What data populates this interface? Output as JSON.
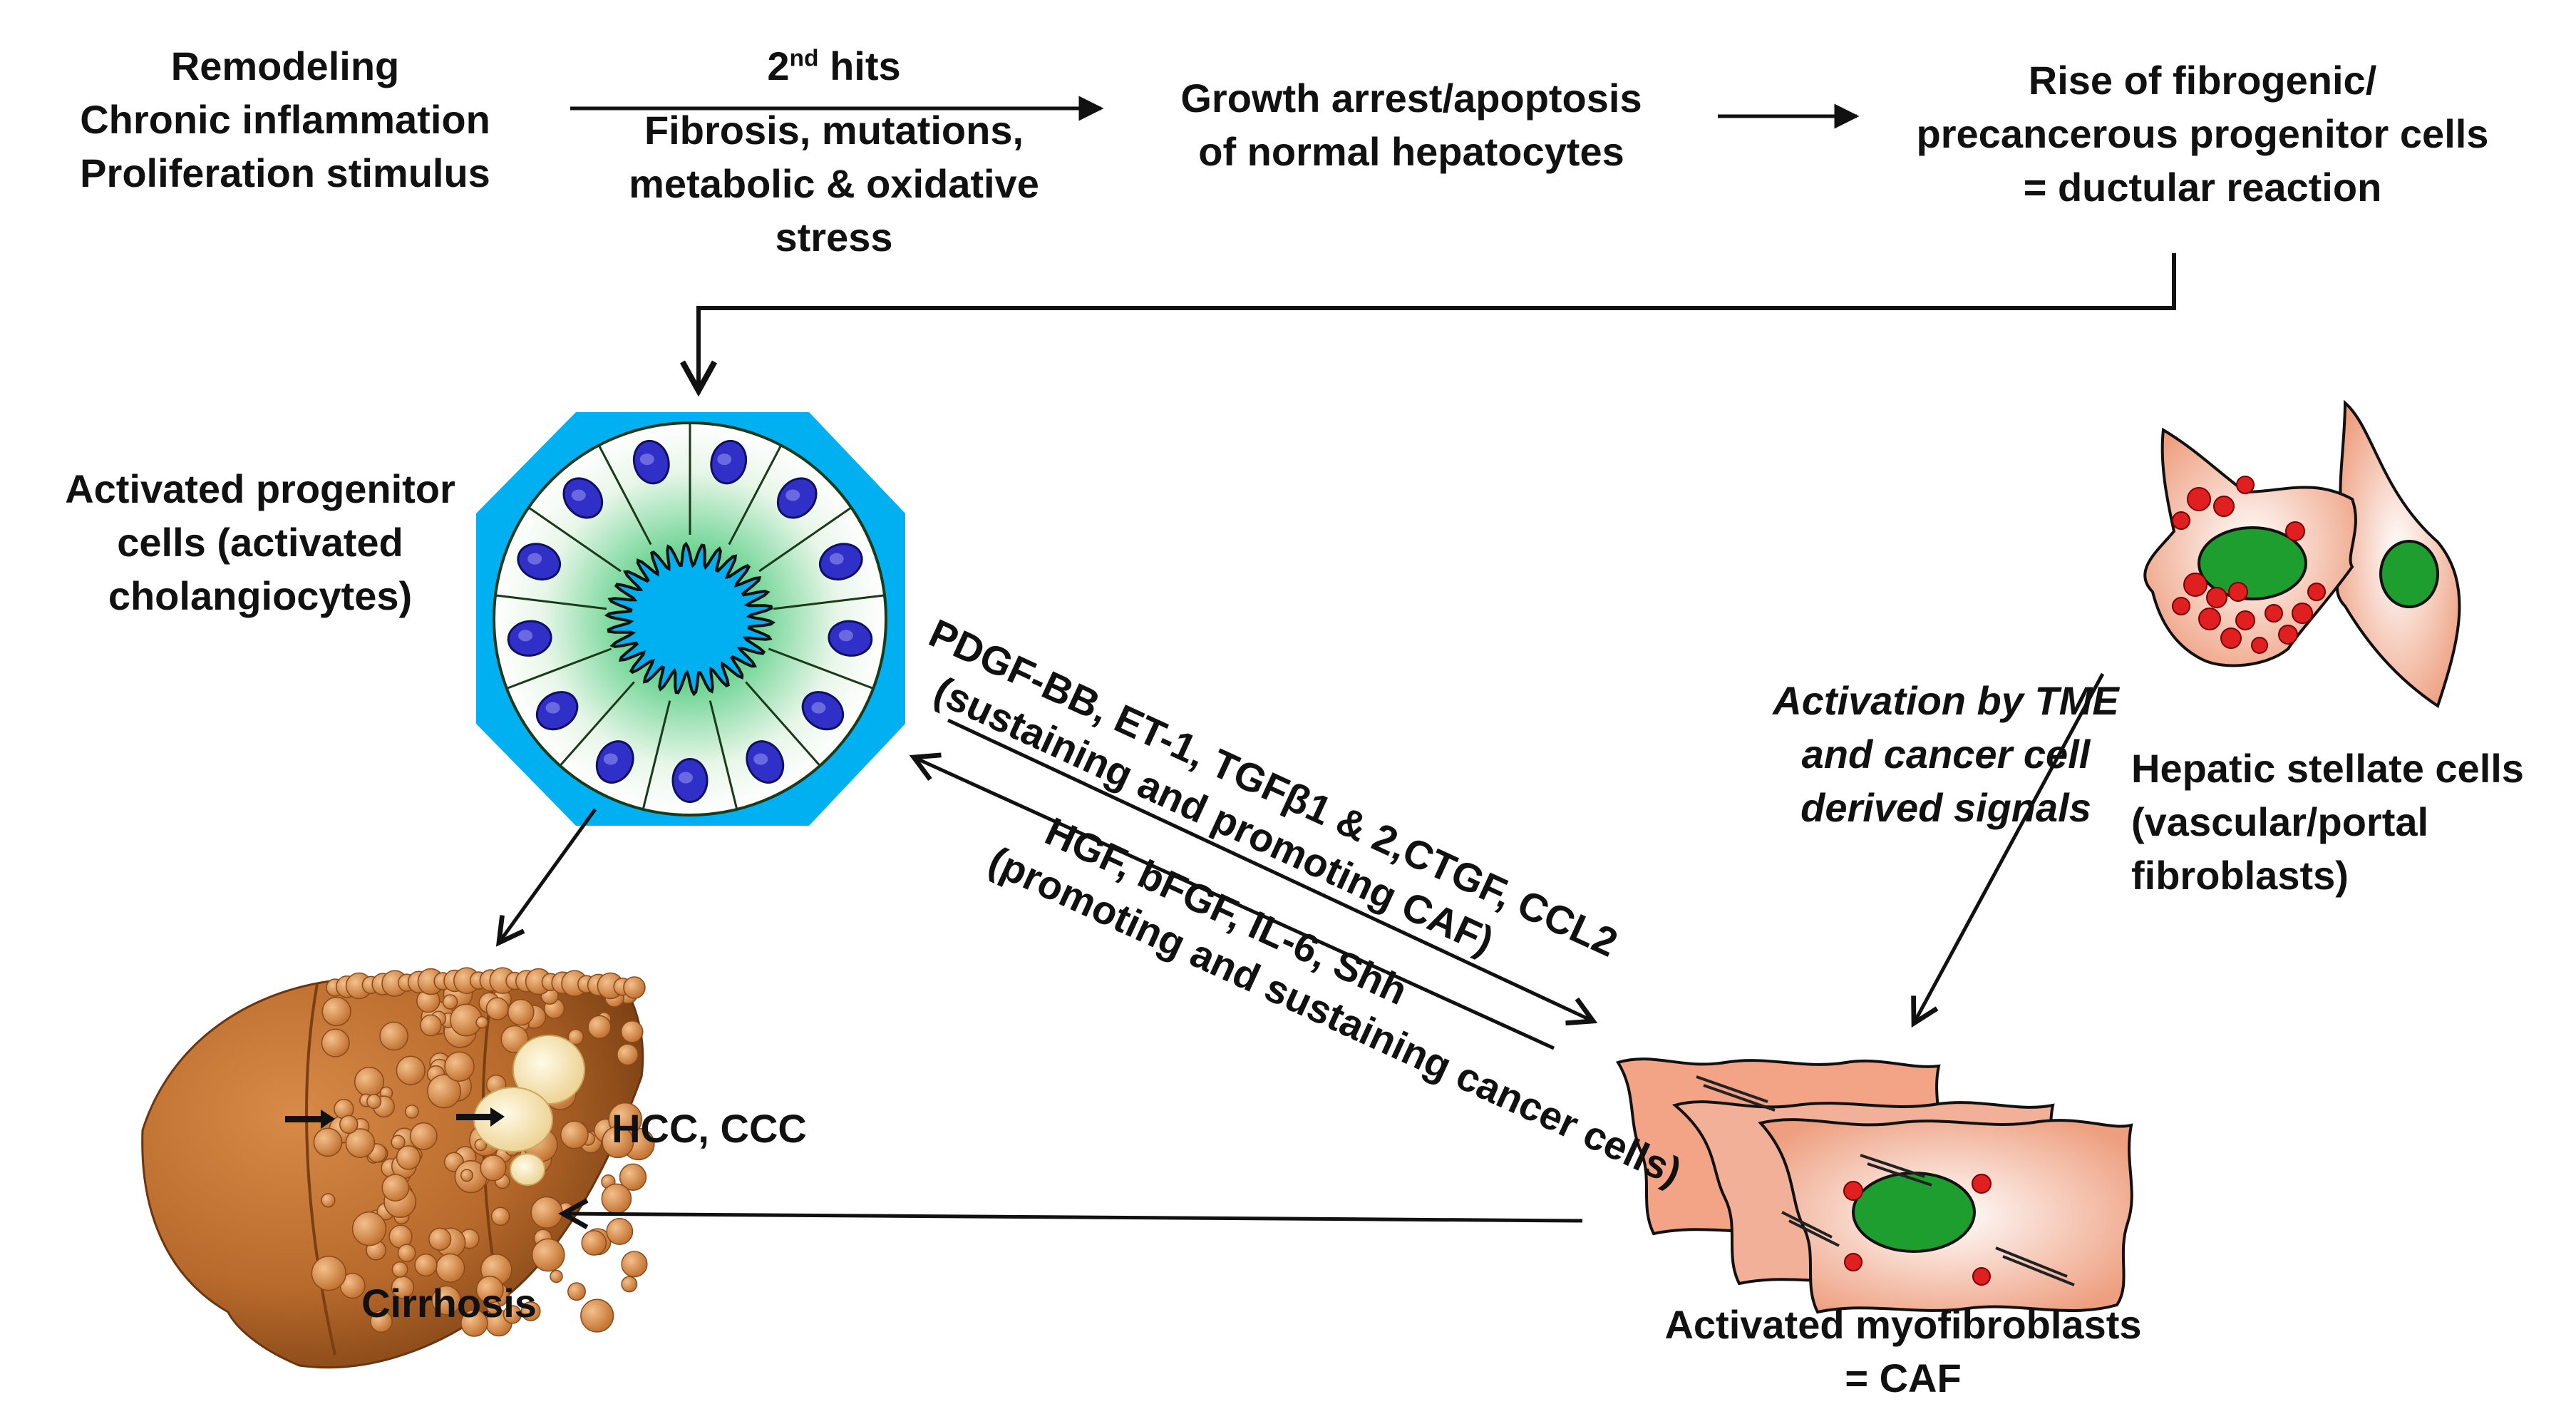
{
  "top_row": {
    "causes": [
      "Remodeling",
      "Chronic inflammation",
      "Proliferation stimulus"
    ],
    "second_hits_title": "2",
    "second_hits_sup": "nd",
    "second_hits_word": " hits",
    "second_hits_detail": [
      "Fibrosis, mutations,",
      "metabolic & oxidative",
      "stress"
    ],
    "growth_arrest": [
      "Growth arrest/apoptosis",
      "of normal hepatocytes"
    ],
    "progenitor_rise": [
      "Rise of fibrogenic/",
      "precancerous progenitor cells",
      "= ductular reaction"
    ]
  },
  "progenitor_label": [
    "Activated progenitor",
    "cells (activated",
    "cholangiocytes)"
  ],
  "stellate_label": [
    "Hepatic stellate cells",
    "(vascular/portal",
    "fibroblasts)"
  ],
  "activation_label": [
    "Activation by TME",
    "and cancer cell",
    "derived signals"
  ],
  "myofibroblast_label": [
    "Activated myofibroblasts",
    "= CAF"
  ],
  "cirrhosis_label": "Cirrhosis",
  "cancer_label": "HCC, CCC",
  "signals_to_caf": [
    "PDGF-BB, ET-1, TGFβ1 & 2,CTGF, CCL2",
    "(sustaining and promoting CAF)"
  ],
  "signals_to_cancer": [
    "HGF, bFGF, IL-6, Shh",
    "(promoting and sustaining cancer cells)"
  ],
  "colors": {
    "duct_background": "#00b0f0",
    "progenitor_cell": "#e8f6e8",
    "nucleus": "#3030c8",
    "stellate_cell": "#f3b9a0",
    "stellate_nucleus": "#1e9e2e",
    "lipid_droplet": "#e02020",
    "liver": "#b86a2c",
    "nodule_light": "#f8e8b8"
  }
}
